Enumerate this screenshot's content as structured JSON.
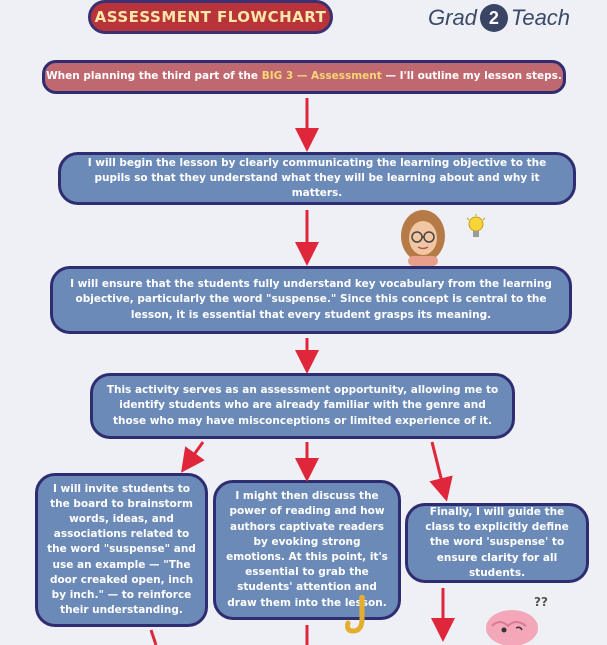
{
  "header": {
    "title": "ASSESSMENT FLOWCHART",
    "logo": {
      "left": "Grad",
      "middle": "2",
      "right": "Teach"
    }
  },
  "intro": {
    "before": "When planning the third part of the ",
    "highlight": "BIG 3 — Assessment",
    "after": " — I'll outline my lesson steps."
  },
  "steps": [
    "I will begin the lesson by clearly communicating the learning objective to the pupils so that they understand what they will be learning about and why it matters.",
    "I will ensure that the students fully understand key vocabulary from the learning objective, particularly the word \"suspense.\" Since this concept is central to the lesson, it is essential that every student grasps its meaning.",
    "This activity serves as an assessment opportunity, allowing me to identify students who are already familiar with the genre and those who may have misconceptions or limited experience of it."
  ],
  "branches": [
    "I will invite students to the board to brainstorm words, ideas, and associations related to the word \"suspense\" and use an example — \"The door creaked open, inch by inch.\" — to reinforce their understanding.",
    "I might then discuss the power of reading and how authors captivate readers by evoking strong emotions. At this point, it's essential to grab the students' attention and draw them into the lesson.",
    "Finally, I will guide the class to explicitly define the word 'suspense' to ensure clarity for all students."
  ],
  "decorations": [
    "avatar-icon",
    "lightbulb-icon",
    "hook-icon",
    "brain-icon"
  ],
  "colors": {
    "arrow": "#e0263a",
    "box": "#6c8ab7",
    "intro": "#c0686f",
    "title": "#b8343a",
    "border": "#2f2d72"
  }
}
